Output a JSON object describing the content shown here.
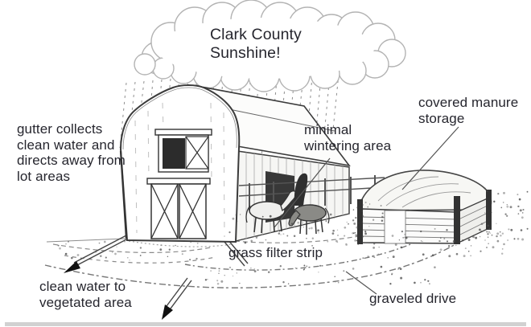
{
  "colors": {
    "paper": "#ffffff",
    "ink": "#3b3b3b",
    "text": "#26262e",
    "faint_line": "#8f8f8f",
    "shadow_strip": "#c2c2c2"
  },
  "icons": {
    "flow_arrow": "filled-triangle-arrowhead",
    "rain": "dashed-falling-streaks",
    "cloud": "scalloped-puff-cloud"
  },
  "labels": {
    "cloud_caption": "Clark County\nSunshine!",
    "gutter_note": "gutter collects\nclean water and\ndirects away from\nlot areas",
    "covered_manure_storage": "covered manure\nstorage",
    "minimal_wintering_area": "minimal\nwintering area",
    "grass_filter_strip": "grass filter strip",
    "clean_water": "clean water to\nvegetated area",
    "graveled_drive": "graveled drive"
  }
}
